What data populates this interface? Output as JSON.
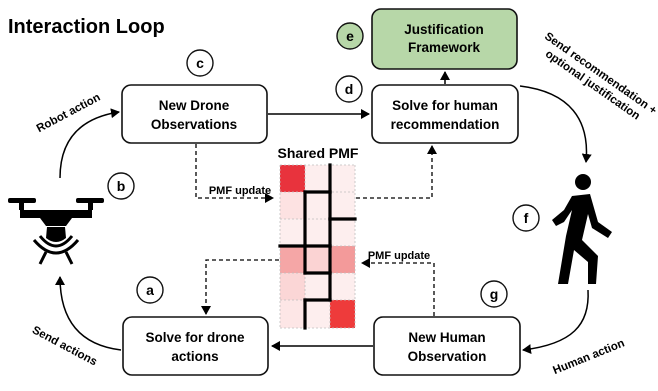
{
  "title": "Interaction Loop",
  "nodes": {
    "justification": {
      "line1": "Justification",
      "line2": "Framework",
      "tag": "e",
      "fill": "#b7d7a8"
    },
    "drone_obs": {
      "line1": "New Drone",
      "line2": "Observations",
      "tag": "c"
    },
    "human_rec": {
      "line1": "Solve for human",
      "line2": "recommendation",
      "tag": "d"
    },
    "drone_actions": {
      "line1": "Solve for drone",
      "line2": "actions",
      "tag": "a"
    },
    "human_obs": {
      "line1": "New Human",
      "line2": "Observation",
      "tag": "g"
    },
    "drone": {
      "tag": "b",
      "icon": "drone-icon"
    },
    "human": {
      "tag": "f",
      "icon": "walking-person-icon"
    }
  },
  "pmf": {
    "title": "Shared PMF",
    "cell_colors": [
      [
        "#e8333d",
        "#fdeeee",
        "#fdeeee"
      ],
      [
        "#fde2e2",
        "#fdeeee",
        "#fdeeee"
      ],
      [
        "#fdeeee",
        "#fdeeee",
        "#fdeeee"
      ],
      [
        "#f5a6a6",
        "#fbd3d3",
        "#f39a9a"
      ],
      [
        "#fbd6d6",
        "#fdeeee",
        "#fdeeee"
      ],
      [
        "#fde6e6",
        "#fdeeee",
        "#ee3b3b"
      ]
    ]
  },
  "edges": {
    "robot_action": "Robot action",
    "send_rec_line1": "Send recommendation +",
    "send_rec_line2": "optional justification",
    "pmf_update_left": "PMF update",
    "pmf_update_right": "PMF update",
    "send_actions": "Send actions",
    "human_action": "Human action"
  },
  "colors": {
    "accent_green": "#b7d7a8",
    "heat_red": "#e8333d"
  }
}
